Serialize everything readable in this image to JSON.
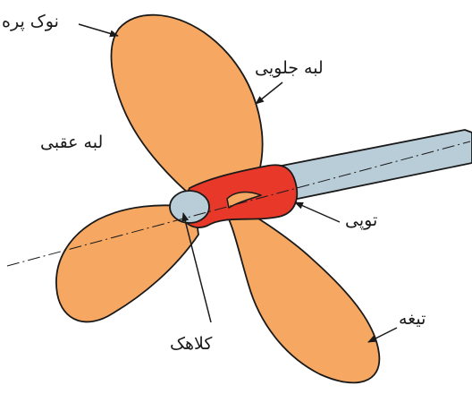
{
  "diagram": {
    "labels": {
      "blade_tip": "نوک پره",
      "leading_edge": "لبه جلویی",
      "trailing_edge": "لبه عقبی",
      "hub": "توپی",
      "blade": "تیغه",
      "cap": "کلاهک"
    },
    "colors": {
      "blade": "#F6A862",
      "hub": "#E8382A",
      "shaft": "#B9CDD8",
      "outline": "#1a1a1a"
    }
  }
}
